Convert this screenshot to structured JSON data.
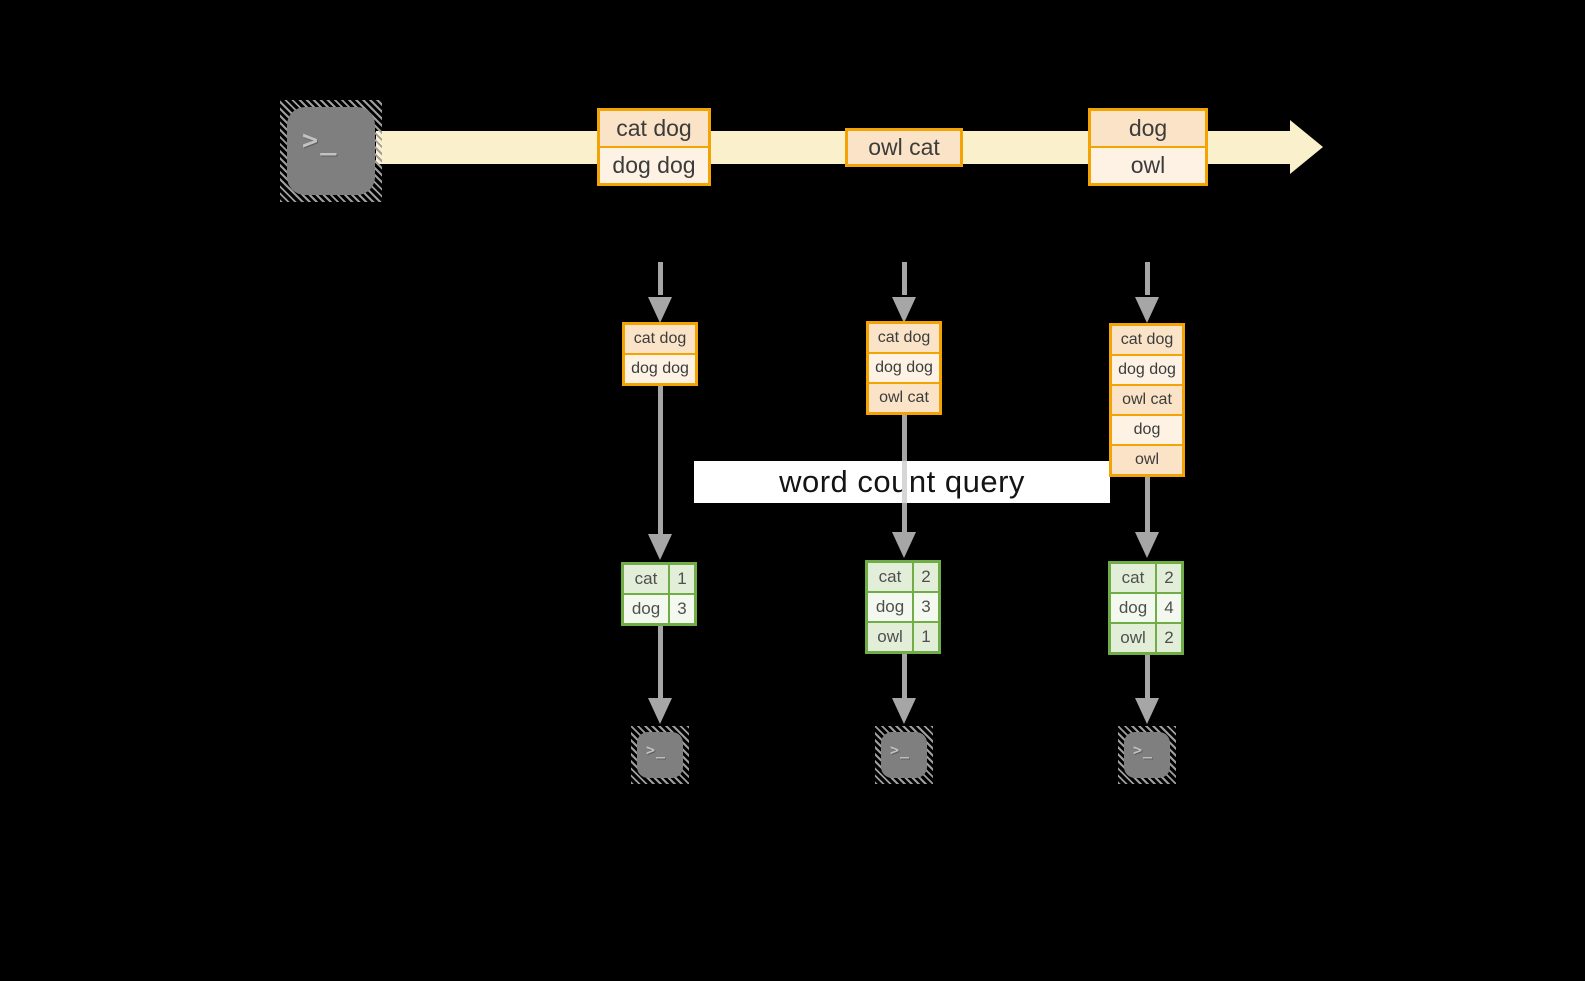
{
  "diagram": {
    "query_label": "word count query",
    "icons": {
      "terminal_prompt": ">_"
    },
    "stream_messages": [
      {
        "lines": [
          "cat dog",
          "dog dog"
        ]
      },
      {
        "lines": [
          "owl cat"
        ]
      },
      {
        "lines": [
          "dog",
          "owl"
        ]
      }
    ],
    "state_buffers": [
      {
        "rows": [
          "cat dog",
          "dog dog"
        ]
      },
      {
        "rows": [
          "cat dog",
          "dog dog",
          "owl cat"
        ]
      },
      {
        "rows": [
          "cat dog",
          "dog dog",
          "owl cat",
          "dog",
          "owl"
        ]
      }
    ],
    "count_tables": [
      {
        "rows": [
          [
            "cat",
            "1"
          ],
          [
            "dog",
            "3"
          ]
        ]
      },
      {
        "rows": [
          [
            "cat",
            "2"
          ],
          [
            "dog",
            "3"
          ],
          [
            "owl",
            "1"
          ]
        ]
      },
      {
        "rows": [
          [
            "cat",
            "2"
          ],
          [
            "dog",
            "4"
          ],
          [
            "owl",
            "2"
          ]
        ]
      }
    ],
    "colors": {
      "background": "#000000",
      "stream": "#FBF0CC",
      "message_border": "#F2A404",
      "message_fill_dark": "#FAE3C6",
      "message_fill_light": "#FDF2E4",
      "table_border": "#70AD47",
      "table_fill_dark": "#E3EED9",
      "table_fill_light": "#F4F9F0",
      "arrow_gray": "#A6A6A6",
      "terminal_gray": "#7F7F7F",
      "query_label_bg": "#FFFFFF"
    }
  }
}
